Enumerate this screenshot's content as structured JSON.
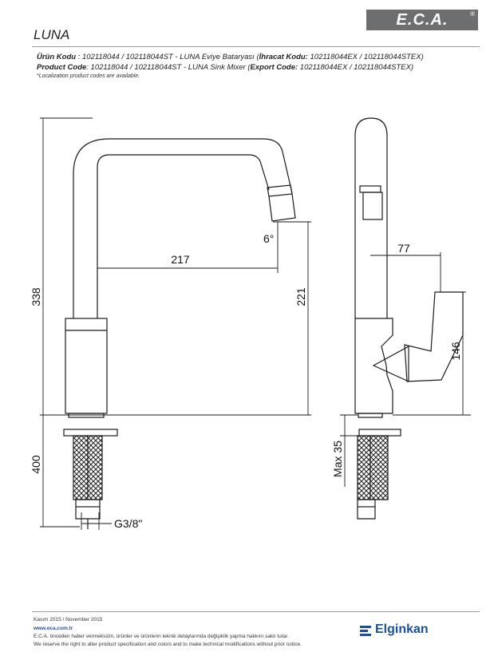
{
  "header": {
    "logo_text": "E.C.A.",
    "logo_mark": "®",
    "title": "LUNA"
  },
  "info": {
    "tr_label": "Ürün Kodu",
    "tr_text": "  :  102118044 / 102118044ST - LUNA Eviye Bataryası (",
    "tr_export_label": "İhracat Kodu:",
    "tr_export_value": " 102118044EX / 102118044STEX)",
    "en_label": "Product Code",
    "en_text": ":  102118044 / 102118044ST - LUNA Sink Mixer (",
    "en_export_label": "Export Code:",
    "en_export_value": " 102118044EX / 102118044STEX)",
    "note": "*Localization product codes are available."
  },
  "dimensions": {
    "d338": "338",
    "d400": "400",
    "d217": "217",
    "d221": "221",
    "d6": "6°",
    "d77": "77",
    "d146": "146",
    "dmax35": "Max 35",
    "dthread": "G3/8\""
  },
  "footer": {
    "date": "Kasım 2015 / November 2015",
    "url": "www.eca.com.tr",
    "tr_disclaimer": "E.C.A. önceden haber vermeksizin, ürünler ve ürünlerin teknik detaylarında değişiklik yapma hakkını saklı tutar.",
    "en_disclaimer": "We reserve the right to alter product specification and colors and to make technical modifications without prior notice.",
    "brand": "Elginkan"
  },
  "colors": {
    "logo_bg": "#6d6e70",
    "brand_blue": "#1d4f9c"
  }
}
